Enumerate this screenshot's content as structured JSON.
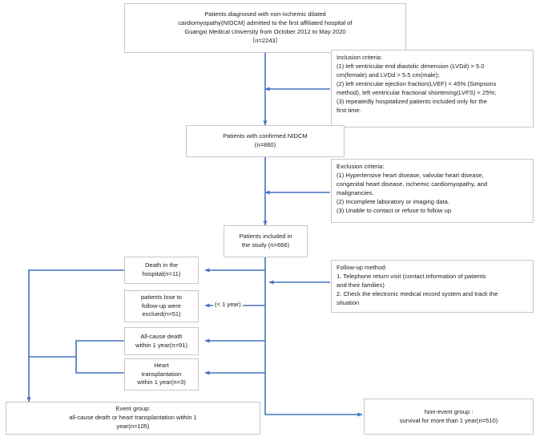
{
  "diagram": {
    "title": "NIDCM patient enrollment and follow-up flow diagram",
    "accent_color": "#4472C4",
    "border_color": "#c8c8c8",
    "background_color": "#ffffff",
    "text_color": "#1c1c1c"
  },
  "nodes": {
    "screened": {
      "text": "Patients diagnosed with non-ischemic dilated\ncardiomyopathy(NIDCM) admitted to the first affiliated hospital of\nGuangxi Medical University from October 2012 to May 2020\n（n=2243）"
    },
    "inclusion": {
      "text": "Inclusion criteria:\n(1) left ventricular end diastolic dimension (LVDd) > 5.0\ncm(female) and LVDd > 5.5 cm(male);\n(2) left ventricular ejection fraction(LVEF) < 45% (Simpsons\nmethod), left ventricular fractional shortening(LVFS) < 25%;\n(3) repeatedly hospitalized patients included only for the\nfirst time."
    },
    "confirmed": {
      "text": "Patients with confirmed NIDCM\n(n=860)"
    },
    "exclusion": {
      "text": "Exclusion criteria:\n(1) Hypertensive heart disease, valvular heart disease,\ncongenital heart disease, ischemic cardiomyopathy, and\nmalignancies.\n(2) Incomplete laboratory or imaging data.\n(3) Unable to contact or refuse to follow up"
    },
    "included": {
      "text": "Patients included in\nthe study (n=666)"
    },
    "death_hospital": {
      "text": "Death in the\nhospital(n=11)"
    },
    "lost_followup": {
      "text": "patients lose to\nfollow-up were\nexclued(n=51)"
    },
    "all_cause_death": {
      "text": "All-cause death\nwithin 1 year(n=91)"
    },
    "heart_transplantation": {
      "text": "Heart\ntransplantation\nwithin 1 year(n=3)"
    },
    "followup_method": {
      "text": "Follow-up method:\n1. Telephone return visit (contact information of patients\nand their families)\n2. Check the electronic medical record system and track the\nsituation"
    },
    "event_group": {
      "text": "Event group:\nall-cause death or heart transplantation within 1\nyear(n=105)"
    },
    "non_event_group": {
      "text": "Non-event group :\nsurvival for more than 1 year(n=510)"
    }
  },
  "edge_labels": {
    "within_one_year": "(< 1 year)"
  },
  "counts": {
    "screened": 2243,
    "confirmed": 860,
    "included": 666,
    "death_in_hospital": 11,
    "lost_to_followup": 51,
    "all_cause_death_1y": 91,
    "heart_transplantation_1y": 3,
    "event_group": 105,
    "non_event_group": 510
  }
}
